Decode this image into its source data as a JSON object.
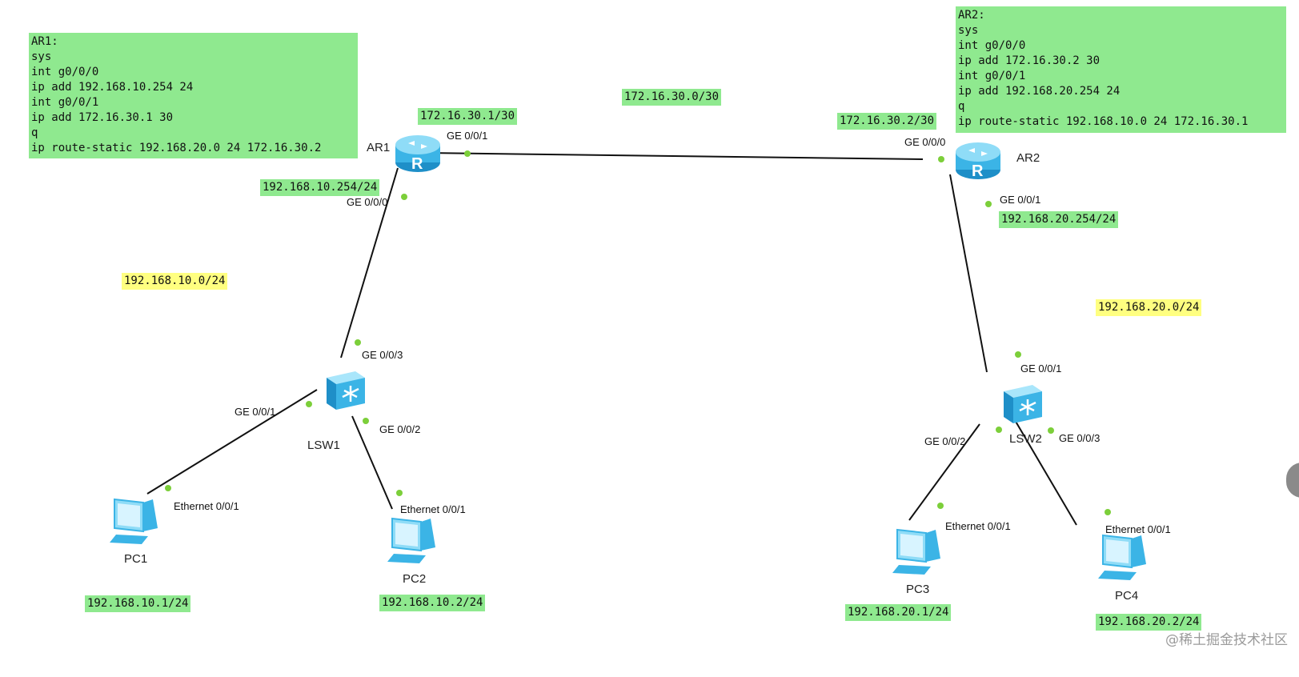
{
  "notes": {
    "ar1_config": "AR1:\nsys\nint g0/0/0\nip add 192.168.10.254 24\nint g0/0/1\nip add 172.16.30.1 30\nq\nip route-static 192.168.20.0 24 172.16.30.2",
    "ar2_config": "AR2:\nsys\nint g0/0/0\nip add 172.16.30.2 30\nint g0/0/1\nip add 192.168.20.254 24\nq\nip route-static 192.168.10.0 24 172.16.30.1",
    "wan_net": "172.16.30.0/30",
    "ar1_wan_ip": "172.16.30.1/30",
    "ar2_wan_ip": "172.16.30.2/30",
    "ar1_lan_ip": "192.168.10.254/24",
    "ar2_lan_ip": "192.168.20.254/24",
    "lan1_net": "192.168.10.0/24",
    "lan2_net": "192.168.20.0/24",
    "pc1_ip": "192.168.10.1/24",
    "pc2_ip": "192.168.10.2/24",
    "pc3_ip": "192.168.20.1/24",
    "pc4_ip": "192.168.20.2/24"
  },
  "devices": {
    "ar1": "AR1",
    "ar2": "AR2",
    "lsw1": "LSW1",
    "lsw2": "LSW2",
    "pc1": "PC1",
    "pc2": "PC2",
    "pc3": "PC3",
    "pc4": "PC4"
  },
  "ports": {
    "ar1_ge001": "GE 0/0/1",
    "ar1_ge000": "GE 0/0/0",
    "ar2_ge000": "GE 0/0/0",
    "ar2_ge001": "GE 0/0/1",
    "lsw1_ge003": "GE 0/0/3",
    "lsw1_ge001": "GE 0/0/1",
    "lsw1_ge002": "GE 0/0/2",
    "lsw2_ge001": "GE 0/0/1",
    "lsw2_ge002": "GE 0/0/2",
    "lsw2_ge003": "GE 0/0/3",
    "pc1_eth": "Ethernet 0/0/1",
    "pc2_eth": "Ethernet 0/0/1",
    "pc3_eth": "Ethernet 0/0/1",
    "pc4_eth": "Ethernet 0/0/1"
  },
  "watermark": "@稀土掘金技术社区",
  "colors": {
    "note_green": "#8fe98f",
    "note_yellow": "#ffff80",
    "link": "#111111",
    "port_dot": "#7ccf3a",
    "device_blue": "#3bb4e6"
  }
}
